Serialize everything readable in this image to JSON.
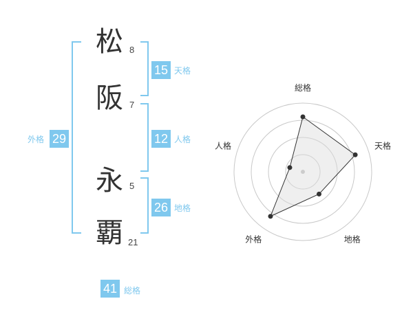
{
  "name": {
    "chars": [
      {
        "char": "松",
        "strokes": "8"
      },
      {
        "char": "阪",
        "strokes": "7"
      },
      {
        "char": "永",
        "strokes": "5"
      },
      {
        "char": "覇",
        "strokes": "21"
      }
    ]
  },
  "fortunes": {
    "tenkaku": {
      "value": "15",
      "label": "天格"
    },
    "jinkaku": {
      "value": "12",
      "label": "人格"
    },
    "chikaku": {
      "value": "26",
      "label": "地格"
    },
    "gaikaku": {
      "value": "29",
      "label": "外格"
    },
    "soukaku": {
      "value": "41",
      "label": "総格"
    }
  },
  "colors": {
    "accent": "#7fc8ee",
    "text": "#333333"
  },
  "chart_data": {
    "type": "radar",
    "axes": [
      "総格",
      "天格",
      "地格",
      "外格",
      "人格"
    ],
    "scale_max": 5,
    "rings": 4,
    "values": [
      4,
      4,
      2,
      4,
      1
    ]
  }
}
